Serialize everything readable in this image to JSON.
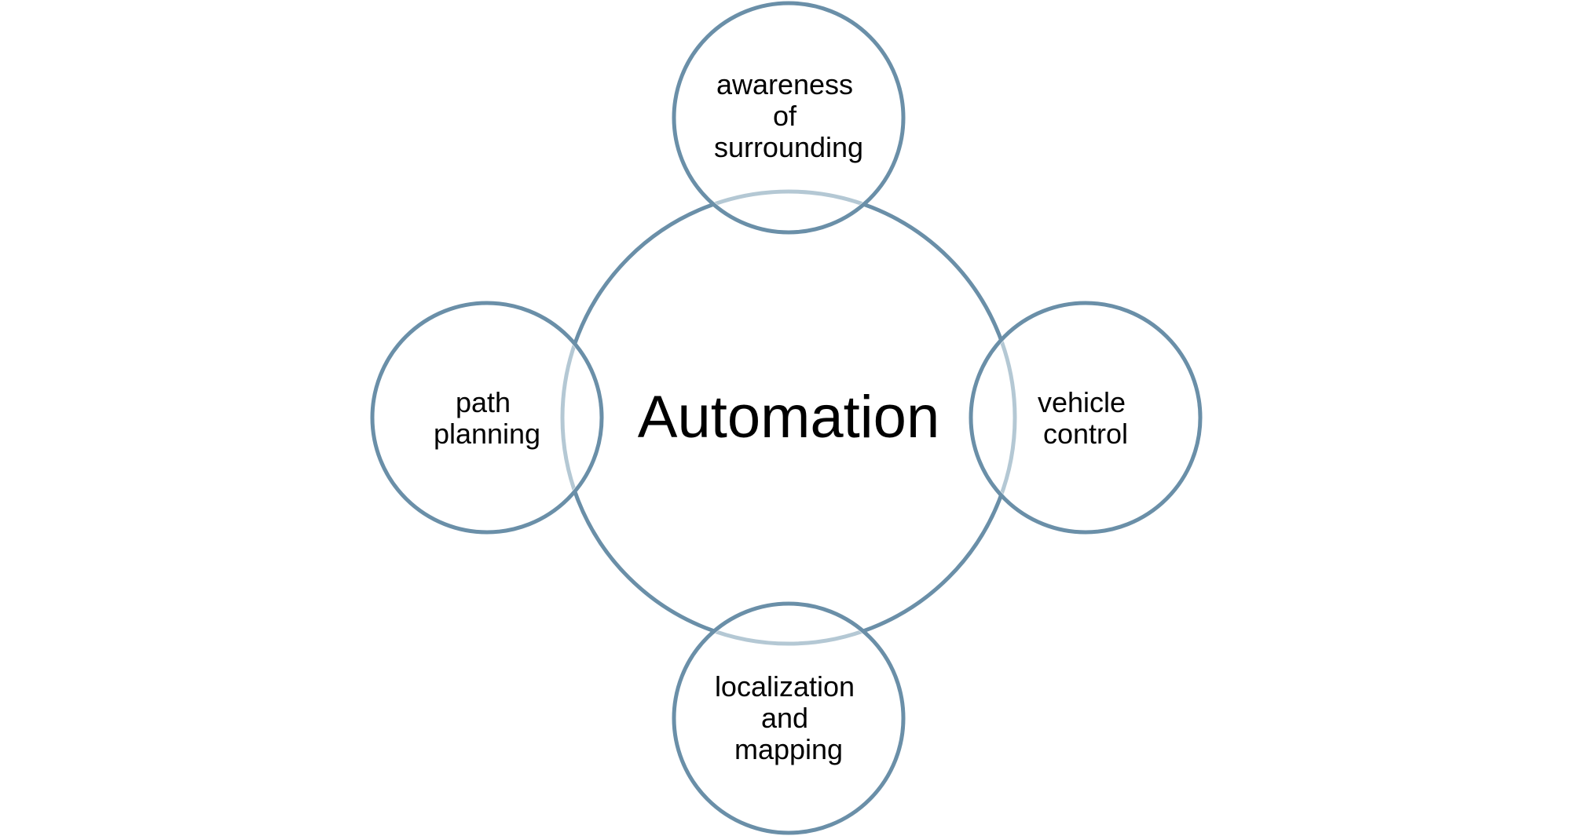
{
  "diagram": {
    "type": "radial-venn",
    "colors": {
      "stroke": "#6a8fa8",
      "overlap_stroke": "#b4c8d4",
      "fill": "#ffffff",
      "text": "#000000"
    },
    "center": {
      "label": "Automation"
    },
    "satellites": [
      {
        "id": "top",
        "lines": [
          "awareness",
          "of",
          "surrounding"
        ]
      },
      {
        "id": "right",
        "lines": [
          "vehicle",
          "control"
        ]
      },
      {
        "id": "bottom",
        "lines": [
          "localization",
          "and",
          "mapping"
        ]
      },
      {
        "id": "left",
        "lines": [
          "path",
          "planning"
        ]
      }
    ]
  }
}
